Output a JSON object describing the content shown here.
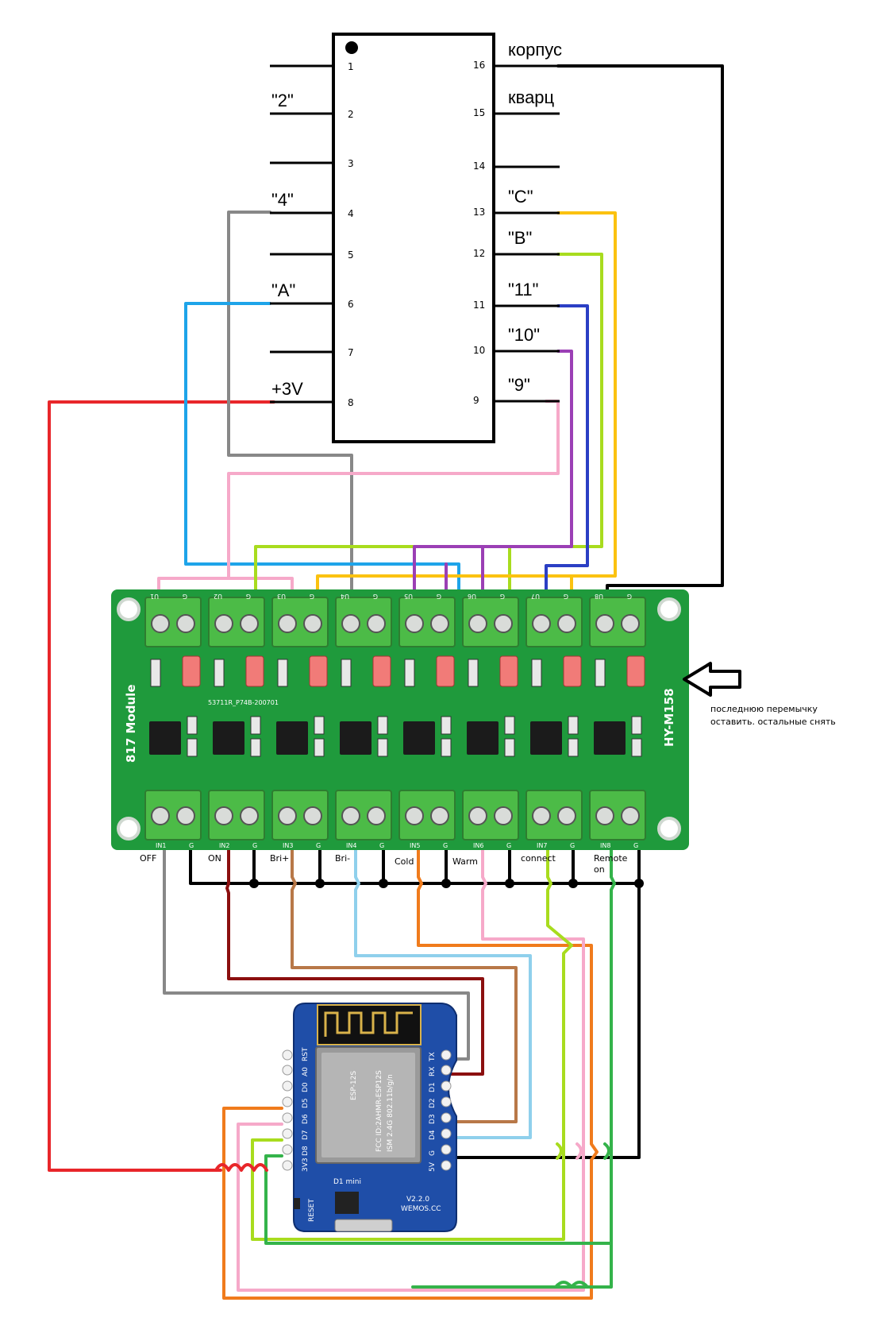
{
  "chip": {
    "left_pins": [
      {
        "num": "1",
        "label": ""
      },
      {
        "num": "2",
        "label": "\"2\""
      },
      {
        "num": "3",
        "label": ""
      },
      {
        "num": "4",
        "label": "\"4\""
      },
      {
        "num": "5",
        "label": ""
      },
      {
        "num": "6",
        "label": "\"A\""
      },
      {
        "num": "7",
        "label": ""
      },
      {
        "num": "8",
        "label": "+3V"
      }
    ],
    "right_pins": [
      {
        "num": "16",
        "label": "корпус"
      },
      {
        "num": "15",
        "label": "кварц"
      },
      {
        "num": "14",
        "label": ""
      },
      {
        "num": "13",
        "label": "\"C\""
      },
      {
        "num": "12",
        "label": "\"B\""
      },
      {
        "num": "11",
        "label": "\"11\""
      },
      {
        "num": "10",
        "label": "\"10\""
      },
      {
        "num": "9",
        "label": "\"9\""
      }
    ]
  },
  "board": {
    "model": "HY-M158",
    "name": "817 Module",
    "code": "53711R_P74B-200701",
    "top_labels": [
      "U1",
      "G",
      "U2",
      "G",
      "U3",
      "G",
      "U4",
      "G",
      "U5",
      "G",
      "U6",
      "G",
      "U7",
      "G",
      "U8",
      "G"
    ],
    "bottom_pins": [
      "IN1",
      "G",
      "IN2",
      "G",
      "IN3",
      "G",
      "IN4",
      "G",
      "IN5",
      "G",
      "IN6",
      "G",
      "IN7",
      "G",
      "IN8",
      "G"
    ],
    "input_labels": [
      "OFF",
      "ON",
      "Bri+",
      "Bri-",
      "Cold",
      "Warm",
      "connect",
      "Remote on"
    ]
  },
  "note": {
    "line1": "последнюю перемычку",
    "line2": "оставить. остальные снять"
  },
  "d1": {
    "left_pins": [
      "RST",
      "A0",
      "D0",
      "D5",
      "D6",
      "D7",
      "D8",
      "3V3"
    ],
    "right_pins": [
      "TX",
      "RX",
      "D1",
      "D2",
      "D3",
      "D4",
      "G",
      "5V"
    ],
    "title": "D1 mini",
    "module": "ESP-12S",
    "version": "V2.2.0",
    "brand": "WEMOS.CC",
    "reset": "RESET",
    "fcc_lines": [
      "FCC ID:2AHMR-ESP12S",
      "ISM 2.4G 802.11b/g/n"
    ]
  },
  "colors": {
    "red": "#e8262a",
    "gray": "#888888",
    "blue": "#1ea4e9",
    "pink": "#f6a9c9",
    "lime": "#a8dc1e",
    "yellow": "#fbc210",
    "purple": "#9b3fb5",
    "navy": "#2b3fc4",
    "black": "#000000",
    "darkred": "#8b0f0f",
    "brown": "#b87848",
    "lightblue": "#8fd0ec",
    "orange": "#f07b1c",
    "green": "#34b34a",
    "pcb": "#1f9a3c",
    "terminal": "#4cbb47",
    "d1board": "#1f4ea8"
  }
}
